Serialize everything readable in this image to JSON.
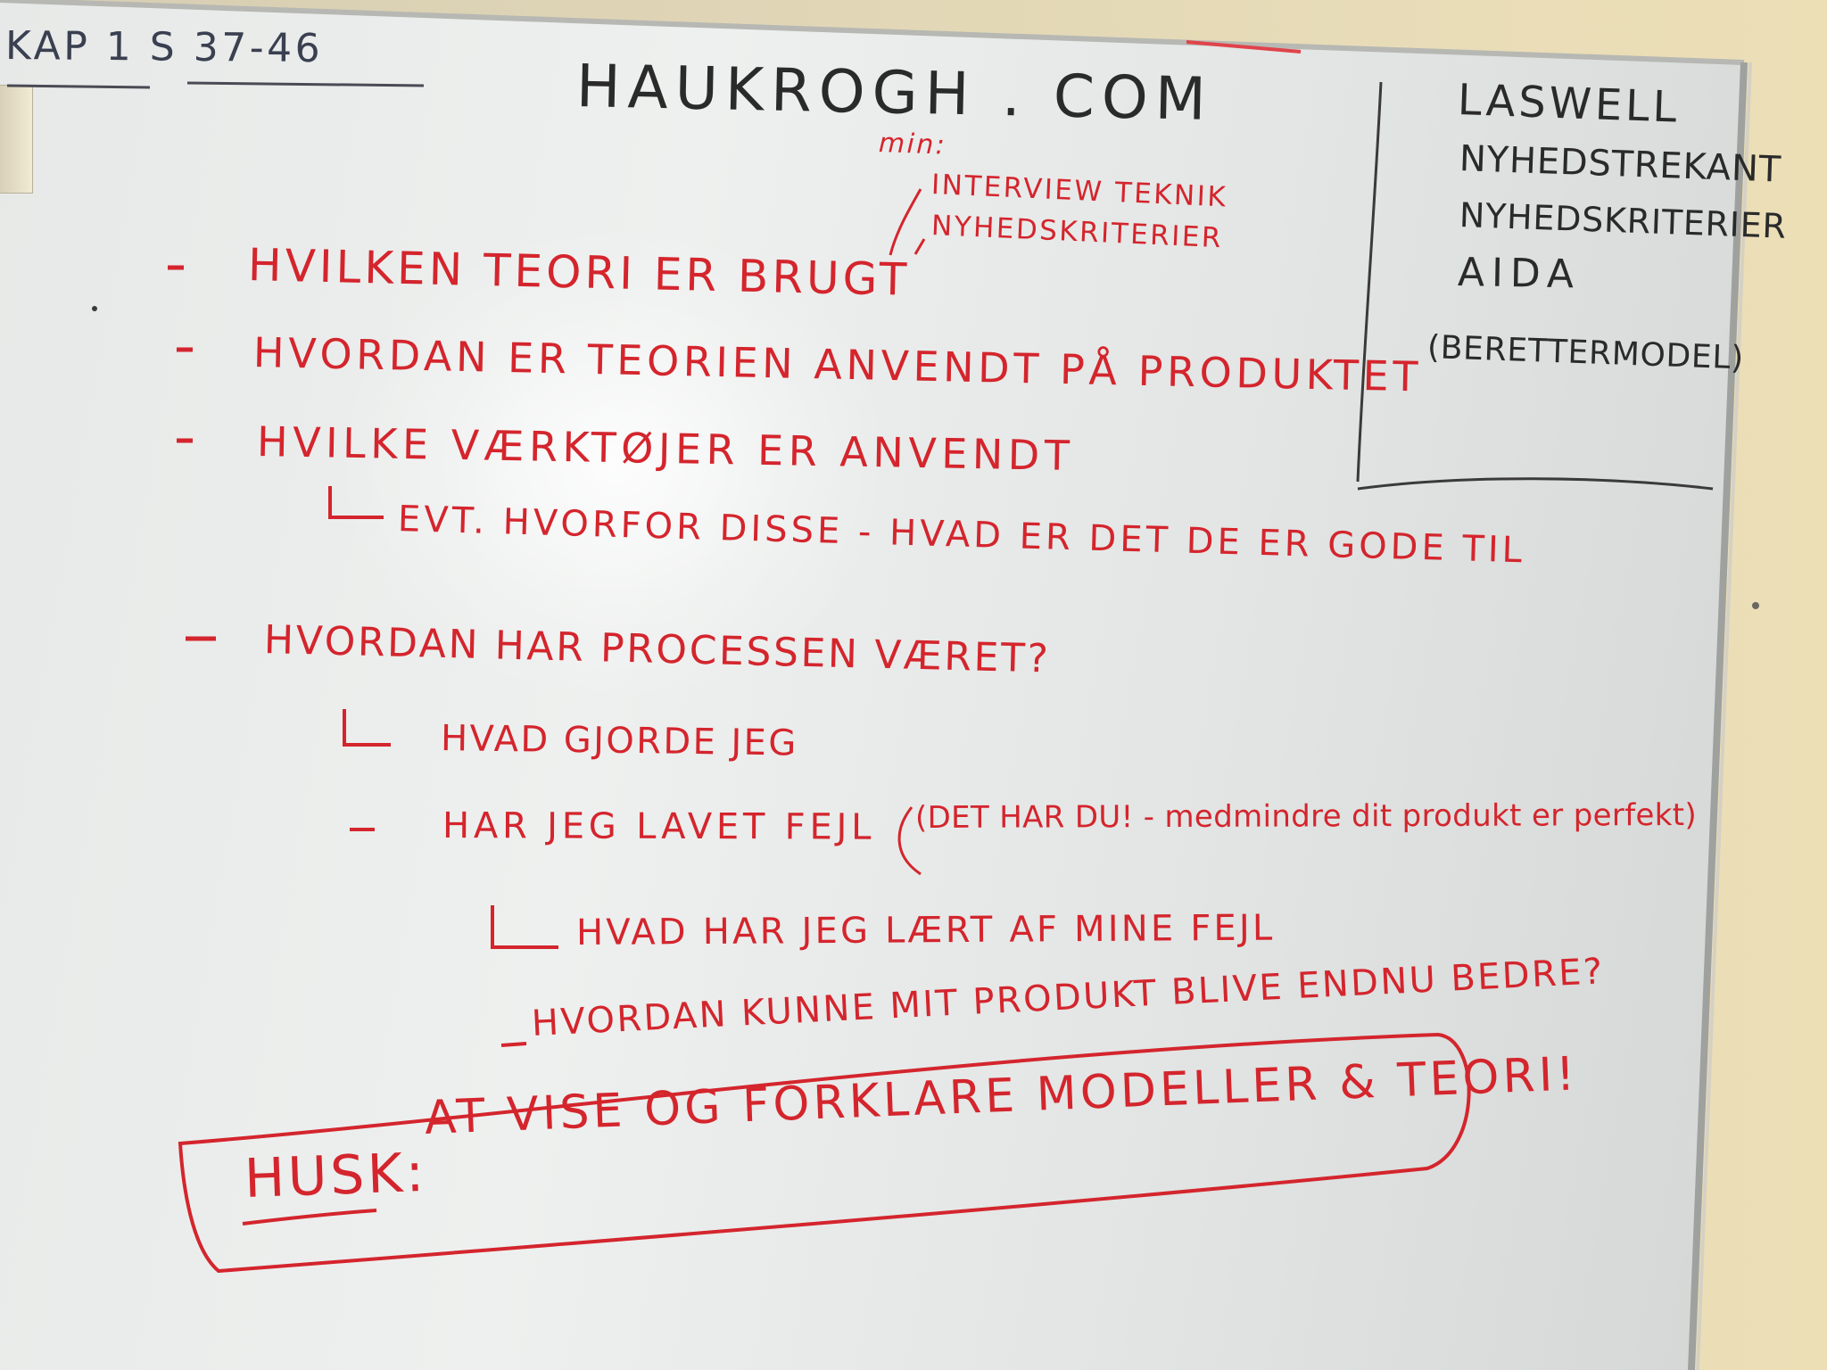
{
  "whiteboard": {
    "top_left_note": "KAP 1  S 37-46",
    "title": "HAUKROGH . COM",
    "min_label": "min:",
    "min_items": [
      "INTERVIEW TEKNIK",
      "NYHEDSKRITERIER"
    ],
    "right_box": [
      "LASWELL",
      "NYHEDSTREKANT",
      "NYHEDSKRITERIER",
      "AIDA",
      "(BERETTERMODEL)"
    ],
    "bullets": [
      "HVILKEN TEORI ER BRUGT",
      "HVORDAN ER TEORIEN ANVENDT PÅ PRODUKTET",
      "HVILKE VÆRKTØJER ER ANVENDT",
      "HVORDAN HAR PROCESSEN VÆRET?"
    ],
    "sub_items": [
      "EVT. HVORFOR DISSE - HVAD ER DET DE ER GODE TIL",
      "HVAD GJORDE JEG",
      "HAR JEG LAVET FEJL",
      "(DET HAR DU! - medmindre dit produkt er perfekt)",
      "HVAD HAR JEG LÆRT AF MINE FEJL",
      "HVORDAN KUNNE MIT PRODUKT BLIVE ENDNU BEDRE?"
    ],
    "reminder_label": "HUSK:",
    "reminder_text": "AT VISE OG FORKLARE MODELLER & TEORI!"
  },
  "colors": {
    "red_marker": "#d4252d",
    "black_marker": "#2a2a2a"
  }
}
